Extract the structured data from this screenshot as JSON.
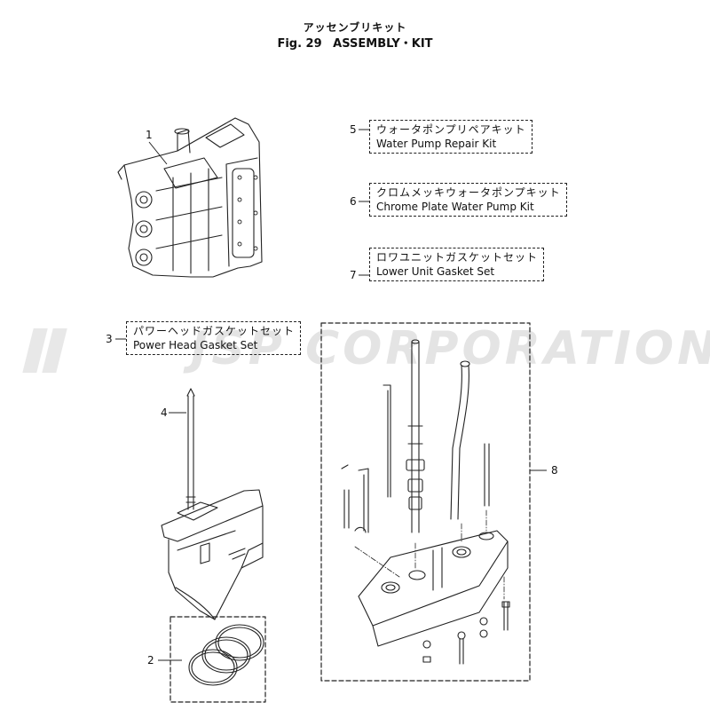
{
  "header": {
    "title_jp": "アッセンブリキット",
    "fig_label": "Fig. 29",
    "title_en": "ASSEMBLY・KIT"
  },
  "watermark": {
    "text": "JSP CORPORATION"
  },
  "parts": [
    {
      "number": "1"
    },
    {
      "number": "2"
    },
    {
      "number": "3",
      "name_jp": "パワーヘッドガスケットセット",
      "name_en": "Power Head Gasket Set"
    },
    {
      "number": "4"
    },
    {
      "number": "5",
      "name_jp": "ウォータポンプリペアキット",
      "name_en": "Water Pump Repair Kit"
    },
    {
      "number": "6",
      "name_jp": "クロムメッキウォータポンプキット",
      "name_en": "Chrome Plate Water Pump Kit"
    },
    {
      "number": "7",
      "name_jp": "ロワユニットガスケットセット",
      "name_en": "Lower Unit Gasket Set"
    },
    {
      "number": "8"
    }
  ]
}
